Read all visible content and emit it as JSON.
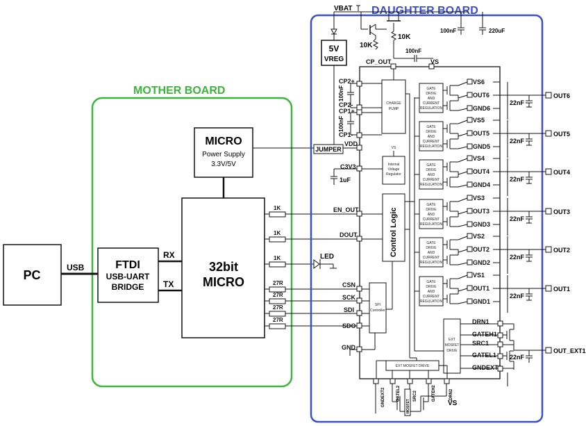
{
  "mother_board": {
    "title": "MOTHER BOARD",
    "color": "#3cb43c"
  },
  "daughter_board": {
    "title": "DAUGHTER BOARD",
    "color": "#3c4ec8"
  },
  "pc": {
    "label": "PC"
  },
  "usb": {
    "label": "USB"
  },
  "ftdi": {
    "title": "FTDI",
    "line1": "USB-UART",
    "line2": "BRIDGE"
  },
  "uart": {
    "rx": "RX",
    "tx": "TX"
  },
  "micro_supply": {
    "title": "MICRO",
    "line1": "Power Supply",
    "line2": "3.3V/5V"
  },
  "micro32": {
    "line1": "32bit",
    "line2": "MICRO"
  },
  "resistors": [
    "1K",
    "1K",
    "1K",
    "27R",
    "27R",
    "27R",
    "27R"
  ],
  "led": {
    "label": "LED"
  },
  "jumper": {
    "label": "JUMPER"
  },
  "vbat": {
    "label": "VBAT"
  },
  "vreg": {
    "line1": "5V",
    "line2": "VREG"
  },
  "top_parts": {
    "r1": "10K",
    "r2": "10K",
    "c1": "100nF",
    "c2": "100nF",
    "c3": "220uF"
  },
  "left_pins": [
    "CP_OUT",
    "VS",
    "CP2+",
    "CP2-",
    "CP1+",
    "CP1-",
    "VDD",
    "C3V3",
    "EN_OUT",
    "DOUT",
    "CSN",
    "SCK",
    "SDI",
    "SDO",
    "GND"
  ],
  "caps_left": {
    "c1": "100nF",
    "c2": "100nF",
    "c3v3": "1uF"
  },
  "blocks": {
    "charge_pump": [
      "CHARGE",
      "PUMP"
    ],
    "vreg_int": [
      "VS",
      "Internal",
      "Voltage",
      "Regulator"
    ],
    "control_logic": "Control Logic",
    "spi": [
      "SPI",
      "Controller"
    ],
    "gate_drive": [
      "GATE",
      "DRIVE",
      "AND",
      "CURRENT",
      "REGULATION"
    ],
    "ext_mosfet": [
      "EXT",
      "MOSFET",
      "DRIVE"
    ],
    "ext_mosfet_bottom": "EXT MOSFET DRIVE"
  },
  "channels": [
    {
      "vs": "VS6",
      "out": "OUT6",
      "gnd": "GND6",
      "cap": "22nF",
      "ext": "OUT6"
    },
    {
      "vs": "VS5",
      "out": "OUT5",
      "gnd": "GND5",
      "cap": "22nF",
      "ext": "OUT5"
    },
    {
      "vs": "VS4",
      "out": "OUT4",
      "gnd": "GND4",
      "cap": "22nF",
      "ext": "OUT4"
    },
    {
      "vs": "VS3",
      "out": "OUT3",
      "gnd": "GND3",
      "cap": "22nF",
      "ext": "OUT3"
    },
    {
      "vs": "VS2",
      "out": "OUT2",
      "gnd": "GND2",
      "cap": "22nF",
      "ext": "OUT2"
    },
    {
      "vs": "VS1",
      "out": "OUT1",
      "gnd": "GND1",
      "cap": "22nF",
      "ext": "OUT1"
    }
  ],
  "ext_pins": {
    "drn": "DRN1",
    "gateh": "GATEH1",
    "src": "SRC1",
    "gatel": "GATEL1",
    "gndext": "GNDEXT1",
    "cap": "22nF",
    "out": "OUT_EXT1"
  },
  "bottom_pins": [
    "GNDEXT2",
    "GATEL2",
    "SRC2",
    "GATEH2",
    "DRN2"
  ],
  "bottom_labels": {
    "mosfet": "MOSFET",
    "vs": "VS"
  }
}
